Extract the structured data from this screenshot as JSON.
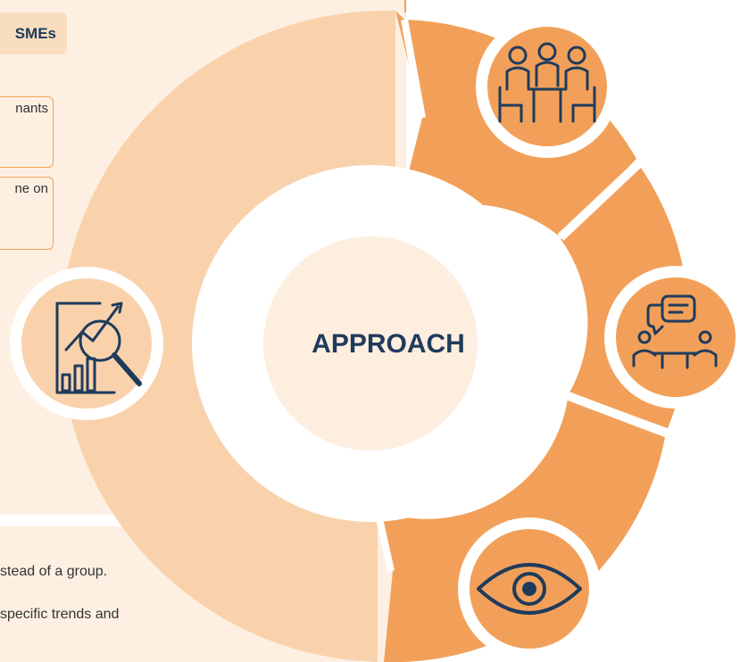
{
  "tag_label": "SMEs",
  "notes": [
    "nants",
    "ne on"
  ],
  "bottom_lines": [
    "stead of a group.",
    "specific trends and"
  ],
  "center_label": "APPROACH",
  "colors": {
    "panel": "#fdf0e2",
    "light_segment": "#f9d2ac",
    "orange": "#f2a059",
    "navy": "#1f3b5c",
    "center": "#fdeee0"
  },
  "icons": [
    "data-analysis-magnifier-icon",
    "team-meeting-icon",
    "discussion-chat-icon",
    "eye-icon"
  ]
}
